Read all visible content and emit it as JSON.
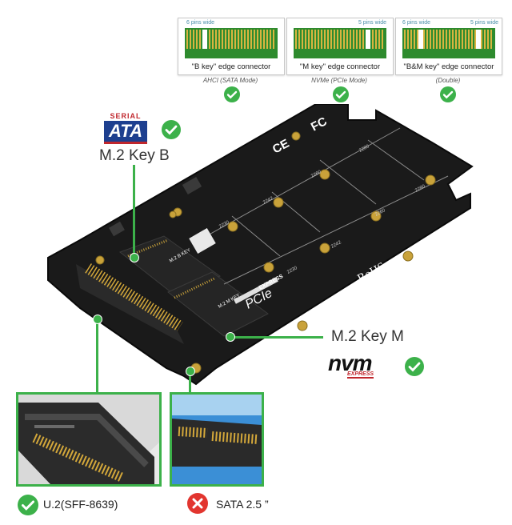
{
  "connectors": [
    {
      "pins_label": "6 pins wide",
      "name": "\"B key\" edge connector",
      "mode": "AHCI (SATA Mode)"
    },
    {
      "pins_label": "5 pins wide",
      "name": "\"M key\" edge connector",
      "mode": "NVMe (PCIe Mode)"
    },
    {
      "pins_label_left": "6 pins wide",
      "pins_label_right": "5 pins wide",
      "name": "\"B&M key\" edge connector",
      "mode": "(Double)"
    }
  ],
  "sata_logo": {
    "top": "SERIAL",
    "main": "ATA"
  },
  "key_b_label": "M.2 Key B",
  "key_m_label": "M.2 Key M",
  "nvm_logo": {
    "main": "nvm",
    "sub": "EXPRESS"
  },
  "board_marks": {
    "ce": "CE",
    "fc": "FC",
    "rohs": "RoHS",
    "pcie": "PCIe",
    "express": "EXPRESS",
    "m2bkey": "M.2 B KEY",
    "m2mkey": "M.2 M KEY",
    "s2280a": "2280",
    "s2260a": "2260",
    "s2242a": "2242",
    "s2230a": "2230",
    "s2280b": "2280",
    "s2260b": "2260",
    "s2242b": "2242",
    "s2230b": "2230"
  },
  "u2_label": "U.2(SFF-8639)",
  "sata_label": "SATA 2.5 ”",
  "colors": {
    "accent": "#3cb14a",
    "error": "#e2352f",
    "pcb": "#1a1a1a",
    "gold": "#d4a83a"
  }
}
